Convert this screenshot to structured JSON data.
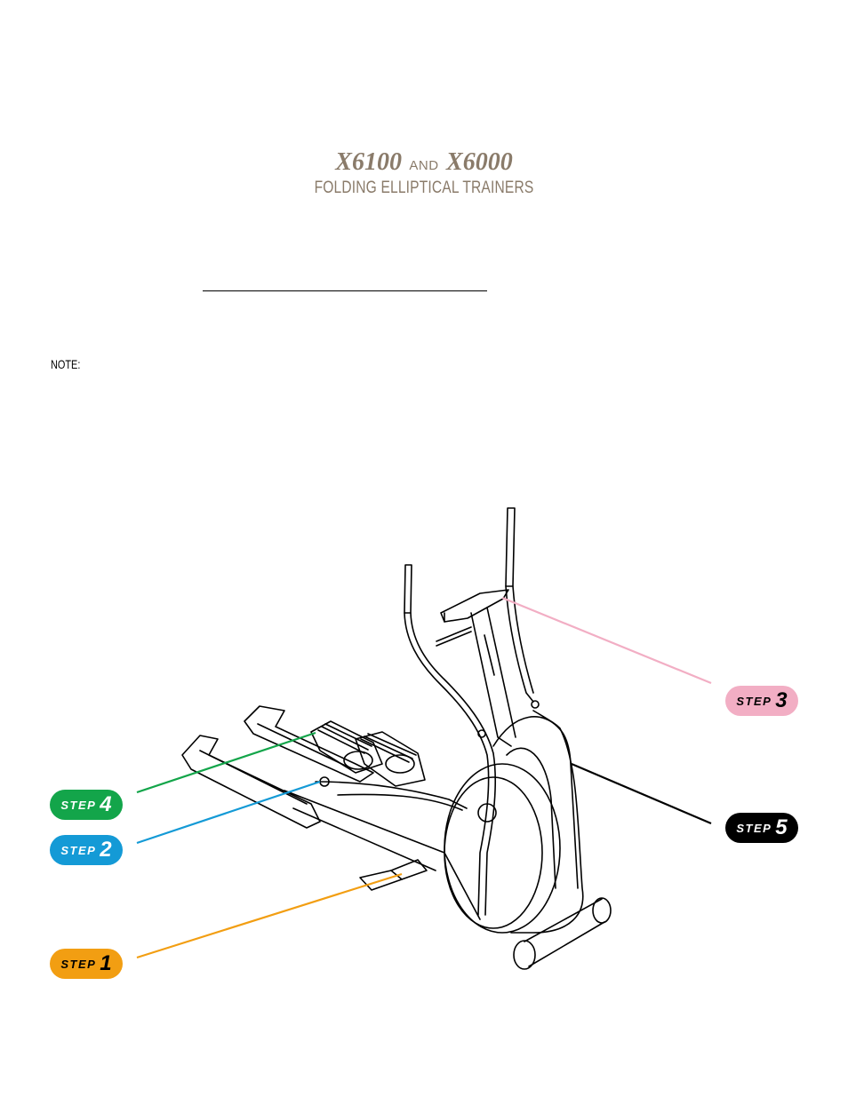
{
  "header": {
    "model1": "X6100",
    "and": "AND",
    "model2": "X6000",
    "subtitle": "FOLDING ELLIPTICAL TRAINERS"
  },
  "note_label": "NOTE:",
  "steps": [
    {
      "word": "STEP",
      "number": "1",
      "color": "#f29e12"
    },
    {
      "word": "STEP",
      "number": "2",
      "color": "#149ad6"
    },
    {
      "word": "STEP",
      "number": "3",
      "color": "#f2aec4"
    },
    {
      "word": "STEP",
      "number": "4",
      "color": "#13a54a"
    },
    {
      "word": "STEP",
      "number": "5",
      "color": "#000000"
    }
  ]
}
